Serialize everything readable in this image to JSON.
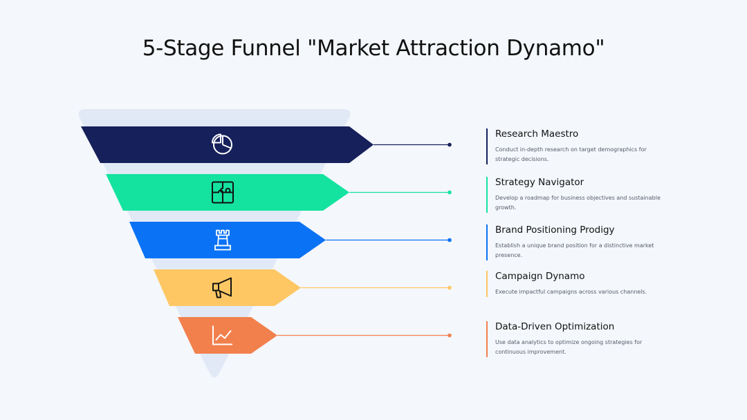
{
  "title": "5-Stage Funnel \"Market Attraction Dynamo\"",
  "stages": [
    {
      "title": "Research Maestro",
      "description": "Conduct in-depth research on target demographics for strategic decisions.",
      "color": "#16205b",
      "icon": "pie-chart-icon"
    },
    {
      "title": "Strategy Navigator",
      "description": "Develop a roadmap for business objectives and sustainable growth.",
      "color": "#14e39f",
      "icon": "puzzle-icon"
    },
    {
      "title": "Brand Positioning Prodigy",
      "description": "Establish a unique brand position for a distinctive market presence.",
      "color": "#0a72f5",
      "icon": "chess-rook-icon"
    },
    {
      "title": "Campaign Dynamo",
      "description": "Execute impactful campaigns across various channels.",
      "color": "#fec764",
      "icon": "megaphone-icon"
    },
    {
      "title": "Data-Driven Optimization",
      "description": "Use data analytics to optimize ongoing strategies for continuous improvement.",
      "color": "#f2804d",
      "icon": "line-chart-icon"
    }
  ],
  "colors": {
    "background": "#f4f7fc",
    "funnel_base": "#e1e9f6",
    "title": "#111111",
    "description": "#555a66"
  }
}
